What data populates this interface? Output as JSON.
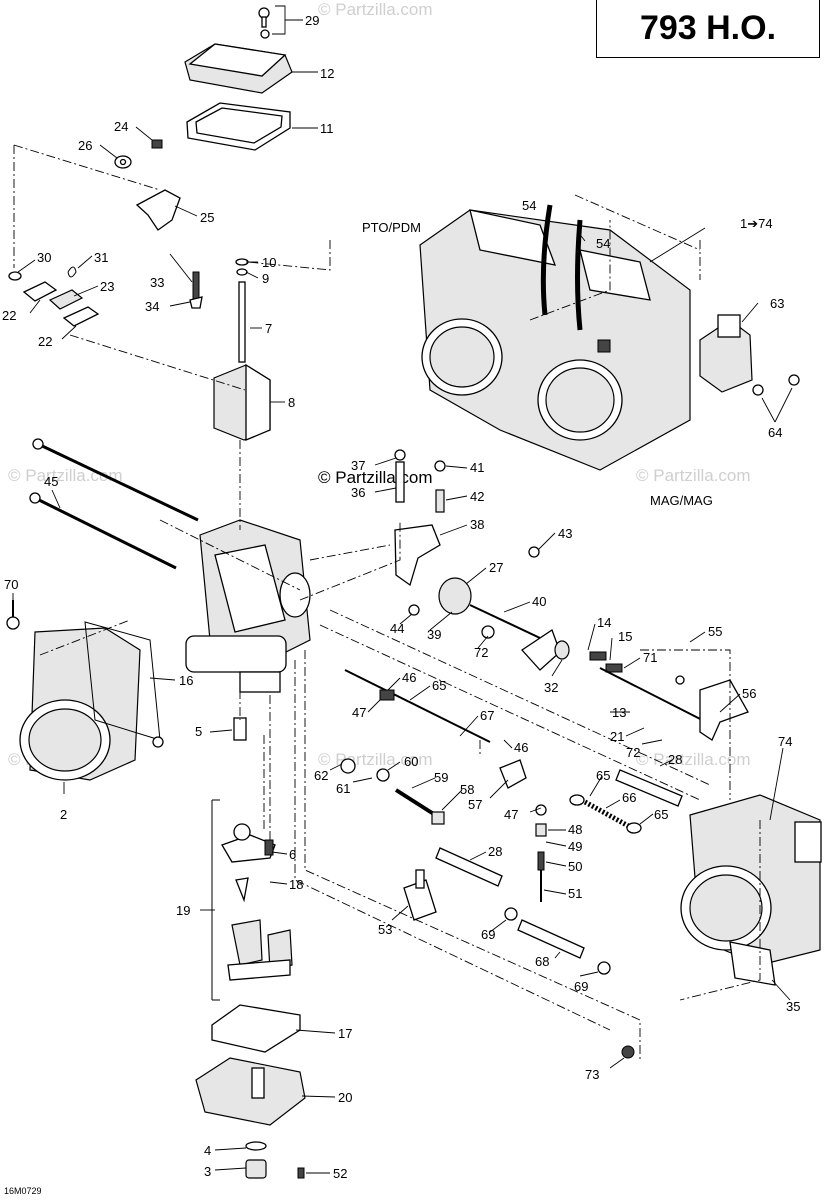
{
  "diagram": {
    "title": "793 H.O.",
    "drawing_code": "16M0729",
    "copyright": "© Partzilla.com",
    "watermark": "© Partzilla.com",
    "views": {
      "upper": "PTO/PDM",
      "lower": "MAG/MAG"
    },
    "callouts": [
      {
        "id": "c29",
        "label": "29"
      },
      {
        "id": "c12",
        "label": "12"
      },
      {
        "id": "c11",
        "label": "11"
      },
      {
        "id": "c24",
        "label": "24"
      },
      {
        "id": "c26",
        "label": "26"
      },
      {
        "id": "c25",
        "label": "25"
      },
      {
        "id": "c30",
        "label": "30"
      },
      {
        "id": "c31",
        "label": "31"
      },
      {
        "id": "c23",
        "label": "23"
      },
      {
        "id": "c22a",
        "label": "22"
      },
      {
        "id": "c22b",
        "label": "22"
      },
      {
        "id": "c10",
        "label": "10"
      },
      {
        "id": "c9",
        "label": "9"
      },
      {
        "id": "c33",
        "label": "33"
      },
      {
        "id": "c34",
        "label": "34"
      },
      {
        "id": "c7",
        "label": "7"
      },
      {
        "id": "c8",
        "label": "8"
      },
      {
        "id": "c54a",
        "label": "54"
      },
      {
        "id": "c54b",
        "label": "54"
      },
      {
        "id": "c174",
        "label": "1➔74"
      },
      {
        "id": "c63",
        "label": "63"
      },
      {
        "id": "c64",
        "label": "64"
      },
      {
        "id": "c37",
        "label": "37"
      },
      {
        "id": "c41",
        "label": "41"
      },
      {
        "id": "c36",
        "label": "36"
      },
      {
        "id": "c42",
        "label": "42"
      },
      {
        "id": "c38",
        "label": "38"
      },
      {
        "id": "c43",
        "label": "43"
      },
      {
        "id": "c45",
        "label": "45"
      },
      {
        "id": "c27",
        "label": "27"
      },
      {
        "id": "c40",
        "label": "40"
      },
      {
        "id": "c70",
        "label": "70"
      },
      {
        "id": "c44",
        "label": "44"
      },
      {
        "id": "c39",
        "label": "39"
      },
      {
        "id": "c72a",
        "label": "72"
      },
      {
        "id": "c14",
        "label": "14"
      },
      {
        "id": "c15",
        "label": "15"
      },
      {
        "id": "c55",
        "label": "55"
      },
      {
        "id": "c71",
        "label": "71"
      },
      {
        "id": "c32",
        "label": "32"
      },
      {
        "id": "c16",
        "label": "16"
      },
      {
        "id": "c46a",
        "label": "46"
      },
      {
        "id": "c65a",
        "label": "65"
      },
      {
        "id": "c47a",
        "label": "47"
      },
      {
        "id": "c56",
        "label": "56"
      },
      {
        "id": "c13",
        "label": "13"
      },
      {
        "id": "c67",
        "label": "67"
      },
      {
        "id": "c5",
        "label": "5"
      },
      {
        "id": "c21",
        "label": "21"
      },
      {
        "id": "c72b",
        "label": "72"
      },
      {
        "id": "c28a",
        "label": "28"
      },
      {
        "id": "c74",
        "label": "74"
      },
      {
        "id": "c46b",
        "label": "46"
      },
      {
        "id": "c60",
        "label": "60"
      },
      {
        "id": "c62",
        "label": "62"
      },
      {
        "id": "c61",
        "label": "61"
      },
      {
        "id": "c59",
        "label": "59"
      },
      {
        "id": "c58",
        "label": "58"
      },
      {
        "id": "c57",
        "label": "57"
      },
      {
        "id": "c65b",
        "label": "65"
      },
      {
        "id": "c66",
        "label": "66"
      },
      {
        "id": "c47b",
        "label": "47"
      },
      {
        "id": "c65c",
        "label": "65"
      },
      {
        "id": "c48",
        "label": "48"
      },
      {
        "id": "c49",
        "label": "49"
      },
      {
        "id": "c2",
        "label": "2"
      },
      {
        "id": "c6",
        "label": "6"
      },
      {
        "id": "c28b",
        "label": "28"
      },
      {
        "id": "c50",
        "label": "50"
      },
      {
        "id": "c18",
        "label": "18"
      },
      {
        "id": "c51",
        "label": "51"
      },
      {
        "id": "c19",
        "label": "19"
      },
      {
        "id": "c53",
        "label": "53"
      },
      {
        "id": "c69a",
        "label": "69"
      },
      {
        "id": "c68",
        "label": "68"
      },
      {
        "id": "c69b",
        "label": "69"
      },
      {
        "id": "c35",
        "label": "35"
      },
      {
        "id": "c17",
        "label": "17"
      },
      {
        "id": "c20",
        "label": "20"
      },
      {
        "id": "c73",
        "label": "73"
      },
      {
        "id": "c4",
        "label": "4"
      },
      {
        "id": "c3",
        "label": "3"
      },
      {
        "id": "c52",
        "label": "52"
      }
    ]
  }
}
